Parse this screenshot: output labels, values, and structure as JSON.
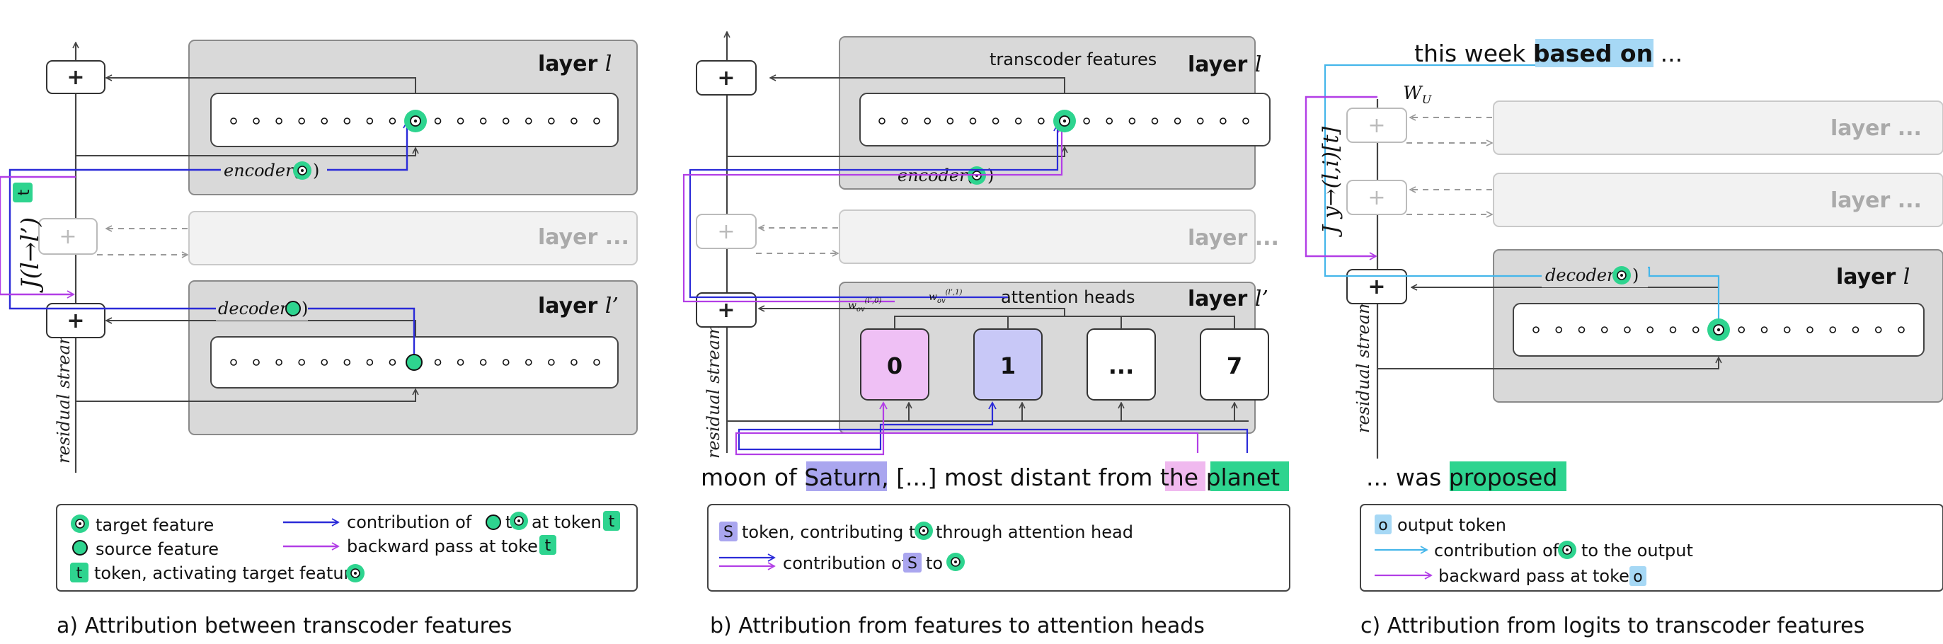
{
  "panel_a": {
    "layer_top_prefix": "layer",
    "layer_top_var": "l",
    "layer_mid": "layer ...",
    "layer_bot_prefix": "layer",
    "layer_bot_var": "l’",
    "plus": "+",
    "encoder": "encoder(",
    "decoder": "decoder(",
    "close_paren": ")",
    "jacobian": "J(l→l’)",
    "token_t": "t",
    "residual_stream": "residual stream",
    "legend": {
      "target_feature": "target feature",
      "source_feature": "source feature",
      "token_activating": "token, activating target feature",
      "contribution_of": "contribution of",
      "to": "to",
      "at_token": "at token",
      "backward_pass": "backward pass at token",
      "t": "t"
    },
    "caption": "a) Attribution between transcoder features"
  },
  "panel_b": {
    "transcoder_features": "transcoder features",
    "layer_top_prefix": "layer",
    "layer_top_var": "l",
    "layer_mid": "layer ...",
    "layer_bot_prefix": "layer",
    "layer_bot_var": "l’",
    "plus": "+",
    "encoder": "encoder(",
    "close_paren": ")",
    "attention_heads": "attention heads",
    "w_ov_0": "W_OV^(l’,0)",
    "w_ov_1": "W_OV^(l’,1)",
    "heads": [
      "0",
      "1",
      "...",
      "7"
    ],
    "residual_stream": "residual stream",
    "sentence": {
      "p1": "moon of ",
      "saturn": "Saturn",
      "p2": ", [...] most distant from ",
      "the": "the",
      "planet": "planet"
    },
    "legend": {
      "s": "S",
      "token_contributing": "token, contributing to",
      "through_head": "through attention head",
      "contribution_of": "contribution of",
      "to": "to"
    },
    "caption": "b) Attribution from features to attention heads"
  },
  "panel_c": {
    "top_sentence_prefix": "this week ",
    "top_sentence_highlight": "based on",
    "top_sentence_suffix": " ...",
    "w_u": "W_U",
    "layer_1": "layer ...",
    "layer_2": "layer ...",
    "layer_prefix": "layer",
    "layer_var": "l",
    "plus": "+",
    "decoder": "decoder(",
    "close_paren": ")",
    "jacobian": "J y→(l,i)[t]",
    "residual_stream": "residual stream",
    "bottom_prefix": "... was ",
    "bottom_highlight": "proposed",
    "legend": {
      "o": "o",
      "output_token": "output token",
      "contribution_of": "contribution of",
      "to_output": "to the output",
      "backward_pass": "backward pass at token"
    },
    "caption": "c) Attribution from logits to transcoder features"
  },
  "colors": {
    "layer_box": "#d9d9d9",
    "faded_box": "#f2f2f2",
    "green": "#2ed48f",
    "blue": "#2b2bd8",
    "purple": "#b23ee6",
    "light_blue": "#45b6ea",
    "head0": "#efc0f5",
    "head1": "#c8c8f7",
    "saturn_highlight": "#aaa6ef",
    "the_highlight": "#f0b9ef",
    "based_on_highlight": "#a6d8f5"
  }
}
